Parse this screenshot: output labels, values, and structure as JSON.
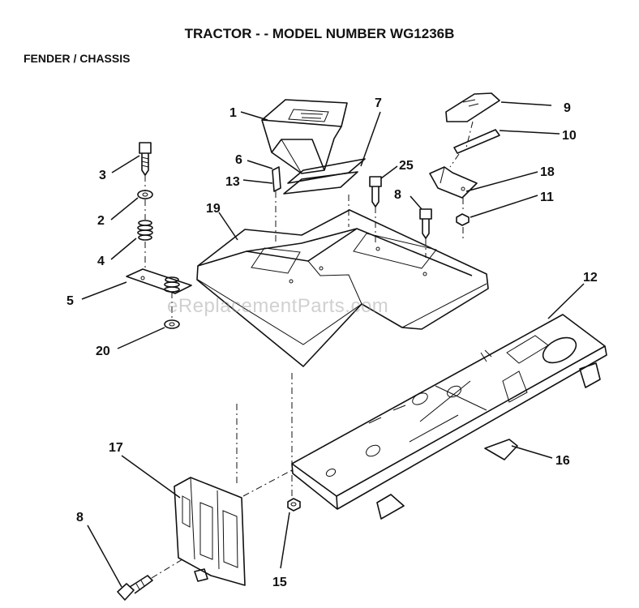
{
  "title": "TRACTOR - - MODEL NUMBER WG1236B",
  "subtitle": "FENDER / CHASSIS",
  "watermark": "eReplacementParts.com",
  "callouts": {
    "c1": "1",
    "c2": "2",
    "c3": "3",
    "c4": "4",
    "c5": "5",
    "c6": "6",
    "c7": "7",
    "c8a": "8",
    "c8b": "8",
    "c9": "9",
    "c10": "10",
    "c11": "11",
    "c12": "12",
    "c13": "13",
    "c15": "15",
    "c16": "16",
    "c17": "17",
    "c18": "18",
    "c19": "19",
    "c20": "20",
    "c25": "25"
  }
}
